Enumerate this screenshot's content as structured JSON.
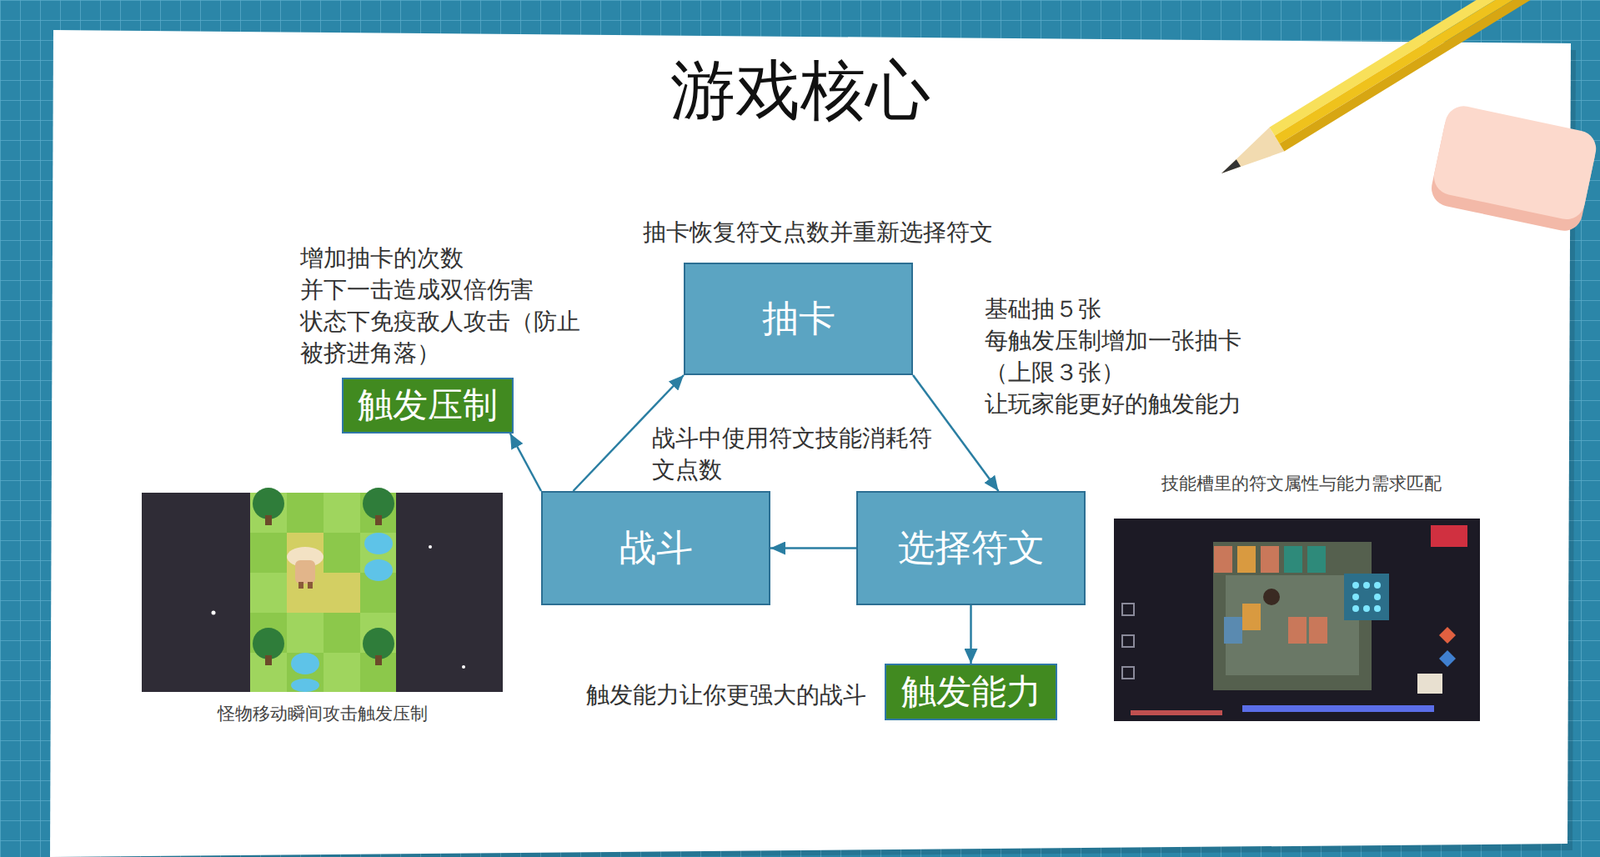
{
  "diagram": {
    "title": "游戏核心",
    "nodes": [
      {
        "text": [
          "抽卡"
        ]
      },
      {
        "text": [
          "触发压制"
        ]
      },
      {
        "text": [
          "战斗"
        ]
      },
      {
        "text": [
          "选择符文"
        ]
      },
      {
        "text": [
          "触发能力"
        ]
      }
    ],
    "edges": [
      {
        "from": 2,
        "to": 0,
        "arrow": "to"
      },
      {
        "from": 0,
        "to": 3,
        "arrow": "to"
      },
      {
        "from": 3,
        "to": 2,
        "arrow": "to"
      },
      {
        "from": 2,
        "to": 1,
        "arrow": "to"
      },
      {
        "from": 3,
        "to": 4,
        "arrow": "to"
      }
    ],
    "labels": [
      "抽卡恢复符文点数并重新选择符文",
      "增加抽卡的次数 并下一击造成双倍伤害 状态下免疫敌人攻击（防止 被挤进角落）",
      "基础抽５张 每触发压制增加一张抽卡 （上限３张） 让玩家能更好的触发能力",
      "战斗中使用符文技能消耗符 文点数",
      "技能槽里的符文属性与能力需求匹配",
      "触发能力让你更强大的战斗",
      "怪物移动瞬间攻击触发压制"
    ]
  }
}
